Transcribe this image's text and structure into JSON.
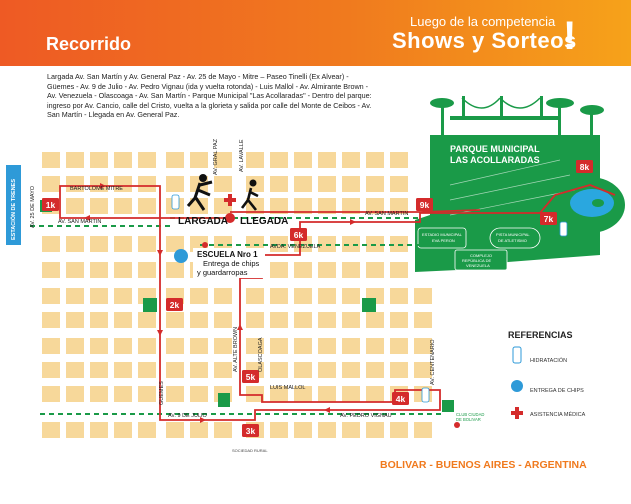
{
  "header": {
    "title": "Recorrido",
    "subtitle": "Luego de la competencia",
    "shows": "Shows y Sorteos",
    "exclamation": "!"
  },
  "route_description": "Largada Av. San Martín y Av. General Paz - Av. 25 de Mayo - Mitre – Paseo Tinelli (Ex Alvear) - Güemes - Av. 9 de Julio - Av. Pedro Vignau (ida y vuelta rotonda) - Luis Mallol - Av. Almirante Brown - Av. Venezuela - Olascoaga - Av. San Martín - Parque Municipal \"Las Acollaradas\" - Dentro del parque: ingreso por Av. Cancio, calle del Cristo, vuelta a la glorieta y salida por calle del Monte de Ceibos - Av. San Martín - Llegada en Av. General Paz.",
  "park": {
    "line1": "PARQUE MUNICIPAL",
    "line2": "LAS ACOLLARADAS"
  },
  "start_label": "LARGADA",
  "finish_label": "LLEGADA",
  "school": {
    "name": "ESCUELA Nro 1",
    "line2": "Entrega de chips",
    "line3": "y guardarropas"
  },
  "streets": {
    "bartolome_mitre": "BARTOLOMÉ MITRE",
    "san_martin_left": "AV. SAN MARTIN",
    "san_martin_right": "AV. SAN MARTIN",
    "av_25_mayo": "AV. 25 DE MAYO",
    "gral_paz": "AV. GRAL PAZ",
    "lavalle": "AV. LAVALLE",
    "venezuela": "AVDA. VENEZUELA",
    "alte_brown": "AV. ALTE BROWN",
    "olascoaga": "OLASCOAGA",
    "luis_mallol": "LUIS MALLOL",
    "guemes": "GUEMES",
    "nueve_julio": "AV. 9 DE JULIO",
    "pedro_vignau": "AV. PEDRO VIGNAU",
    "centenario": "AV. CENTENARIO",
    "estacion": "ESTACIÓN DE TRENES"
  },
  "places": {
    "estadio": [
      "ESTADIO MUNICIPAL",
      "EVA PERON"
    ],
    "pista": [
      "PISTA MUNICIPAL",
      "DE ATLETISMO"
    ],
    "complejo": [
      "COMPLEJO",
      "REPÚBLICA DE",
      "VENEZUELA"
    ],
    "club": [
      "CLUB CIUDAD",
      "DE BOLIVAR"
    ],
    "sociedad": "SOCIEDAD RURAL"
  },
  "km_markers": [
    "1k",
    "2k",
    "3k",
    "4k",
    "5k",
    "6k",
    "7k",
    "8k",
    "9k"
  ],
  "references": {
    "title": "REFERENCIAS",
    "items": [
      "HIDRATACIÓN",
      "ENTREGA DE CHIPS",
      "ASISTENCIA MÉDICA"
    ]
  },
  "footer": "BOLIVAR - BUENOS AIRES - ARGENTINA",
  "colors": {
    "orange": "#f07a1e",
    "route_red": "#d42b2b",
    "park_green": "#1a9a48",
    "block_beige": "#f7d89a",
    "station_blue": "#2e9ad8"
  }
}
